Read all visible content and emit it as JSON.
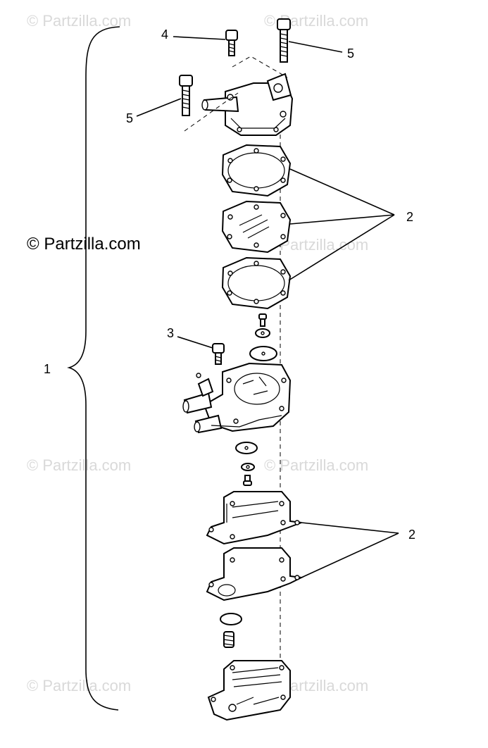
{
  "watermark": {
    "faint_text": "© Partzilla.com",
    "dark_text": "© Partzilla.com"
  },
  "callouts": {
    "c1": "1",
    "c2a": "2",
    "c2b": "2",
    "c3": "3",
    "c4": "4",
    "c5a": "5",
    "c5b": "5"
  },
  "colors": {
    "line": "#000000",
    "watermark": "#d9d9d9",
    "background": "#ffffff"
  }
}
